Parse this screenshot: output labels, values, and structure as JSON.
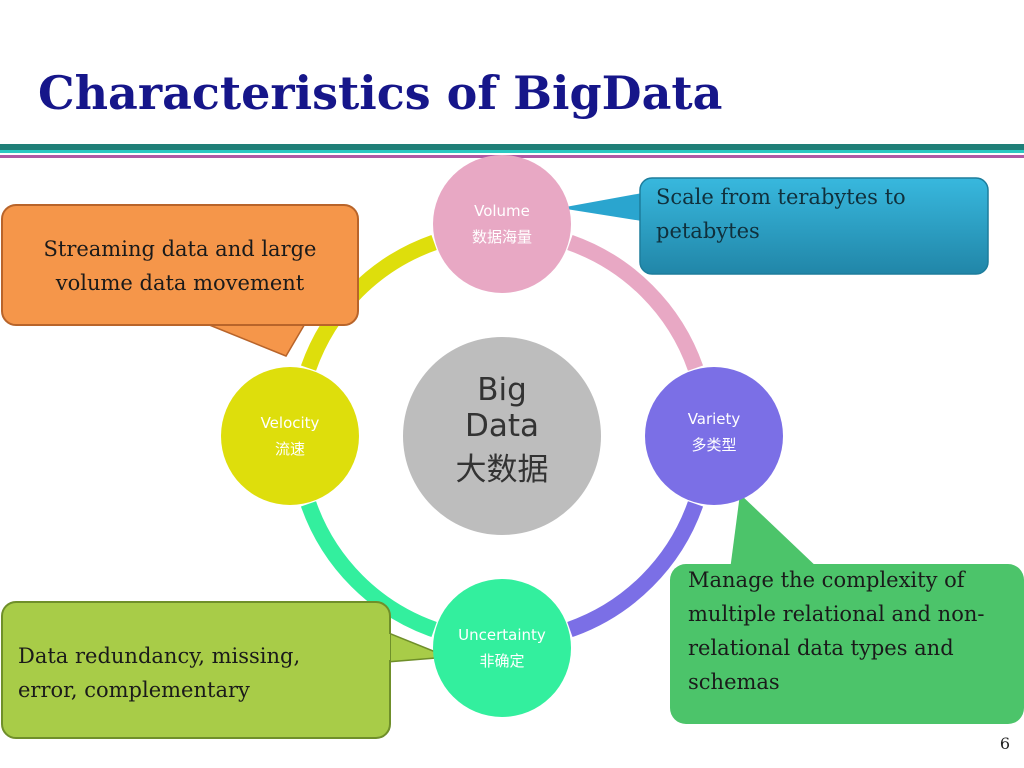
{
  "slide": {
    "title": "Characteristics of BigData",
    "page_number": "6"
  },
  "center": {
    "line1": "Big",
    "line2": "Data",
    "line3": "大数据"
  },
  "nodes": {
    "volume": {
      "en": "Volume",
      "zh": "数据海量"
    },
    "variety": {
      "en": "Variety",
      "zh": "多类型"
    },
    "uncertainty": {
      "en": "Uncertainty",
      "zh": "非确定"
    },
    "velocity": {
      "en": "Velocity",
      "zh": "流速"
    }
  },
  "callouts": {
    "volume": "Scale from terabytes to petabytes",
    "velocity": "Streaming data and large volume data movement",
    "variety": "Manage the complexity of multiple relational and non-relational data types and schemas",
    "uncertainty": "Data redundancy, missing, error, complementary"
  },
  "colors": {
    "title": "#16168a",
    "volume": "#e8a8c4",
    "variety": "#7b6fe6",
    "uncertainty": "#33ef9e",
    "velocity": "#dede0c",
    "center": "#bdbdbd",
    "callout_volume": "#2aa5cf",
    "callout_velocity": "#f5964a",
    "callout_variety": "#4cc46a",
    "callout_uncertainty": "#a8cc48"
  }
}
